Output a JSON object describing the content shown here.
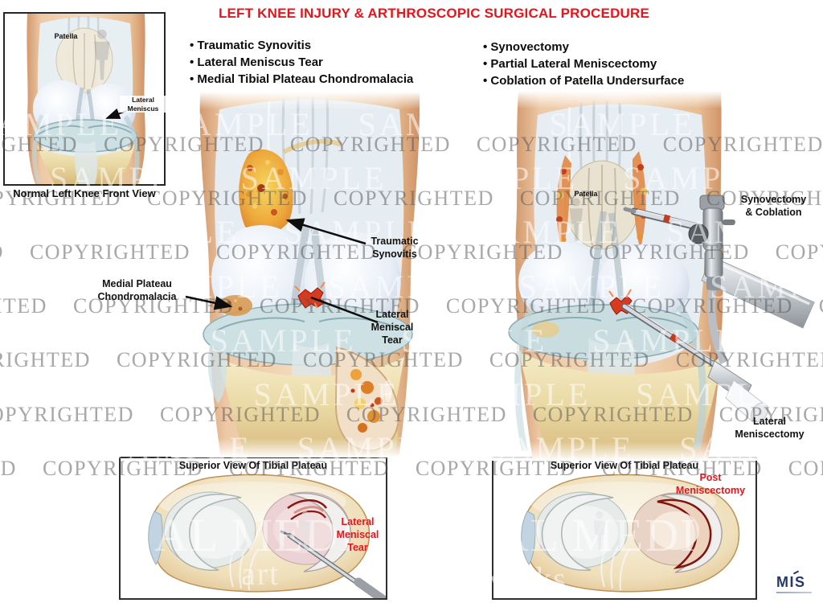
{
  "title": "LEFT KNEE INJURY & ARTHROSCOPIC SURGICAL PROCEDURE",
  "injury_list": [
    "Traumatic Synovitis",
    "Lateral Meniscus Tear",
    "Medial Tibial Plateau Chondromalacia"
  ],
  "procedure_list": [
    "Synovectomy",
    "Partial Lateral Meniscectomy",
    "Coblation of Patella Undersurface"
  ],
  "inset": {
    "patella": "Patella",
    "lateral_meniscus": [
      "Lateral",
      "Meniscus"
    ],
    "caption": [
      "Normal Left Knee",
      "Front View"
    ]
  },
  "center_knee": {
    "traumatic_synovitis": [
      "Traumatic",
      "Synovitis"
    ],
    "medial_plateau": [
      "Medial Plateau",
      "Chondromalacia"
    ],
    "lateral_meniscal": [
      "Lateral",
      "Meniscal",
      "Tear"
    ]
  },
  "right_knee": {
    "patella": "Patella",
    "synovectomy": [
      "Synovectomy",
      "& Coblation"
    ],
    "meniscectomy": [
      "Lateral",
      "Meniscectomy"
    ]
  },
  "left_panel": {
    "title": "Superior View Of Tibial Plateau",
    "label": [
      "Lateral",
      "Meniscal",
      "Tear"
    ]
  },
  "right_panel": {
    "title": "Superior View Of Tibial Plateau",
    "label": [
      "Post",
      "Meniscectomy"
    ]
  },
  "watermark": {
    "sample": "SAMPLE",
    "copyrighted": "COPYRIGHTED",
    "big_left": "AL MEDI",
    "big_right": "CAL MEDI",
    "art": "art",
    "works": "works"
  },
  "logo": {
    "text": "MIS"
  },
  "colors": {
    "title_red": "#e8141c",
    "label_red": "#e8141c",
    "logo_navy": "#223a6b"
  }
}
